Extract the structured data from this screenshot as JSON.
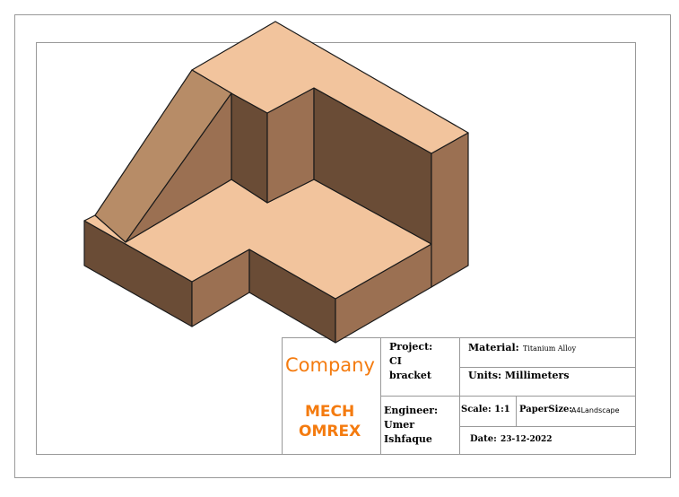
{
  "colors": {
    "top_face": "#f2c49d",
    "left_face": "#9b7052",
    "dark_face": "#6a4c36",
    "rib_face": "#b78c67",
    "company_orange": "#f47b0f"
  },
  "title_block": {
    "company": "Company",
    "company_line1": "MECH",
    "company_line2": "OMREX",
    "project_label": "Project:",
    "project_value_line1": "CI",
    "project_value_line2": "bracket",
    "material_label": "Material:",
    "material_value": "Titanium Alloy",
    "units": "Units: Millimeters",
    "engineer_label": "Engineer:",
    "engineer_line1": "Umer",
    "engineer_line2": "Ishfaque",
    "scale": "Scale: 1:1",
    "papersize_label": "PaperSize:",
    "papersize_value": "A4Landscape",
    "date_label": "Date:",
    "date_value": "23-12-2022"
  }
}
